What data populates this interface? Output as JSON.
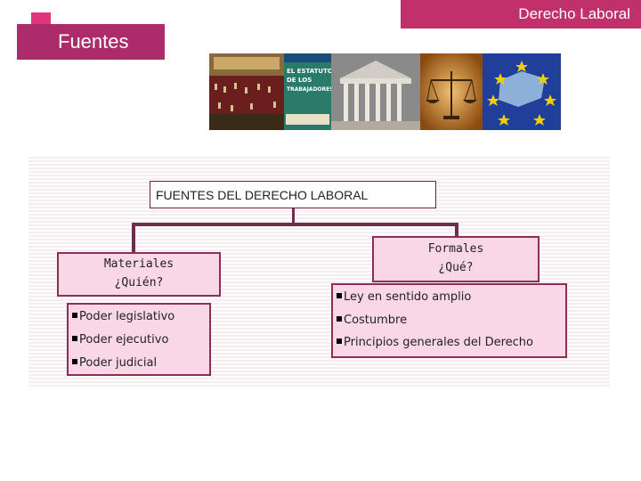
{
  "header": {
    "course": "Derecho Laboral"
  },
  "slide": {
    "title": "Fuentes"
  },
  "diagram": {
    "root": "FUENTES DEL DERECHO LABORAL",
    "materiales": {
      "label": "Materiales",
      "question": "¿Quién?",
      "items": [
        "Poder legislativo",
        "Poder ejecutivo",
        "Poder judicial"
      ]
    },
    "formales": {
      "label": "Formales",
      "question": "¿Qué?",
      "items": [
        "Ley en sentido amplio",
        "Costumbre",
        "Principios generales del Derecho"
      ]
    }
  },
  "photos": {
    "book_cover_text": "EL ESTATUTO DE LOS TRABAJADORES"
  }
}
